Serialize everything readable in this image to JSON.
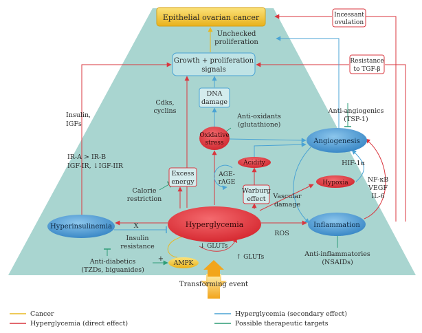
{
  "nodes": {
    "cancer": "Epithelial ovarian cancer",
    "growth": [
      "Growth + proliferation",
      "signals"
    ],
    "dna": [
      "DNA",
      "damage"
    ],
    "oxidative": [
      "Oxidative",
      "stress"
    ],
    "acidity": "Acidity",
    "angiogenesis": "Angiogenesis",
    "hypoxia": "Hypoxia",
    "excess_energy": [
      "Excess",
      "energy"
    ],
    "warburg": [
      "Warburg",
      "effect"
    ],
    "hyperinsulinemia": "Hyperinsulinemia",
    "hyperglycemia": "Hyperglycemia",
    "inflammation": "Inflammation",
    "ampk": "AMPK",
    "incessant": [
      "Incessant",
      "ovulation"
    ],
    "resistance": [
      "Resistance",
      "to TGF-β"
    ]
  },
  "labels": {
    "unchecked": [
      "Unchecked",
      "proliferation"
    ],
    "cdks": [
      "Cdks,",
      "cyclins"
    ],
    "insulin_igfs": [
      "Insulin,",
      "IGFs"
    ],
    "ir": [
      "IR-A > IR-B",
      "IGF-IR, ↓IGF-IIR"
    ],
    "antiox": [
      "Anti-oxidants",
      "(glutathione)"
    ],
    "antiangio": [
      "Anti-angiogenics",
      "(TSP-1)"
    ],
    "age": [
      "AGE-",
      "rAGE"
    ],
    "hif": "HIF-1α",
    "nfkb": [
      "NF-κB",
      "VEGF",
      "IL-6"
    ],
    "vascular": [
      "Vascular",
      "damage"
    ],
    "calorie": [
      "Calorie",
      "restriction"
    ],
    "x": "X",
    "insulin_res": [
      "Insulin",
      "resistance"
    ],
    "glut_down": "↓ GLUTs",
    "glut_up": "↑ GLUTs",
    "ros": "ROS",
    "antiinf": [
      "Anti-inflammatories",
      "(NSAIDs)"
    ],
    "antidiab": [
      "Anti-diabetics",
      "(TZDs, biguanides)"
    ],
    "plus": "+",
    "transforming": "Transforming event"
  },
  "legend": [
    {
      "label": "Cancer",
      "color": "#e8b821"
    },
    {
      "label": "Hyperglycemia (direct effect)",
      "color": "#d9363e"
    },
    {
      "label": "Hyperglycemia (secondary effect)",
      "color": "#4aa3d4"
    },
    {
      "label": "Possible therapeutic targets",
      "color": "#2e9c77"
    }
  ],
  "colors": {
    "trapezoid": "#a9d5d0",
    "red": "#d9363e",
    "blue": "#4aa3d4",
    "green": "#2e9c77",
    "cancer": "#e8b821"
  }
}
